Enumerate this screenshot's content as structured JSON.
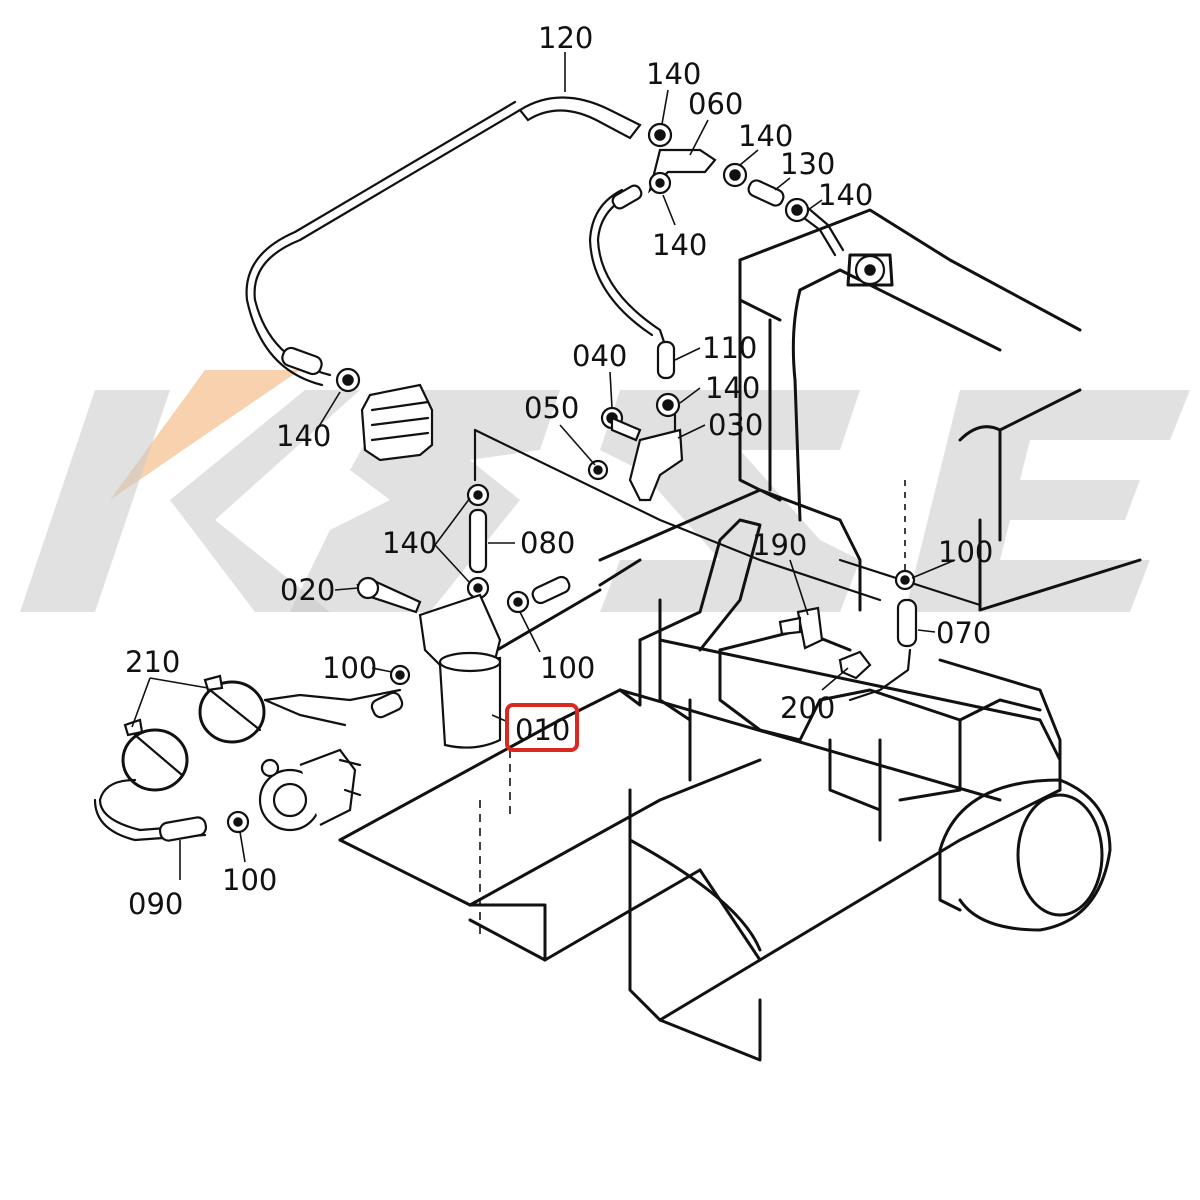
{
  "diagram": {
    "watermark": {
      "text": "KBZE",
      "accent_color": "#f4b27a",
      "gray_color": "#c9c9c9"
    },
    "highlight": {
      "part_number": "010",
      "color": "#d9281f"
    },
    "labels": {
      "l120": "120",
      "l140a": "140",
      "l060": "060",
      "l140b": "140",
      "l130": "130",
      "l140c": "140",
      "l140d": "140",
      "l110": "110",
      "l140e": "140",
      "l040": "040",
      "l050": "050",
      "l030": "030",
      "l140f": "140",
      "l140g": "140",
      "l080": "080",
      "l020": "020",
      "l100a": "100",
      "l100b": "100",
      "l010": "010",
      "l190": "190",
      "l100c": "100",
      "l070": "070",
      "l200": "200",
      "l210": "210",
      "l090": "090",
      "l100d": "100"
    }
  }
}
